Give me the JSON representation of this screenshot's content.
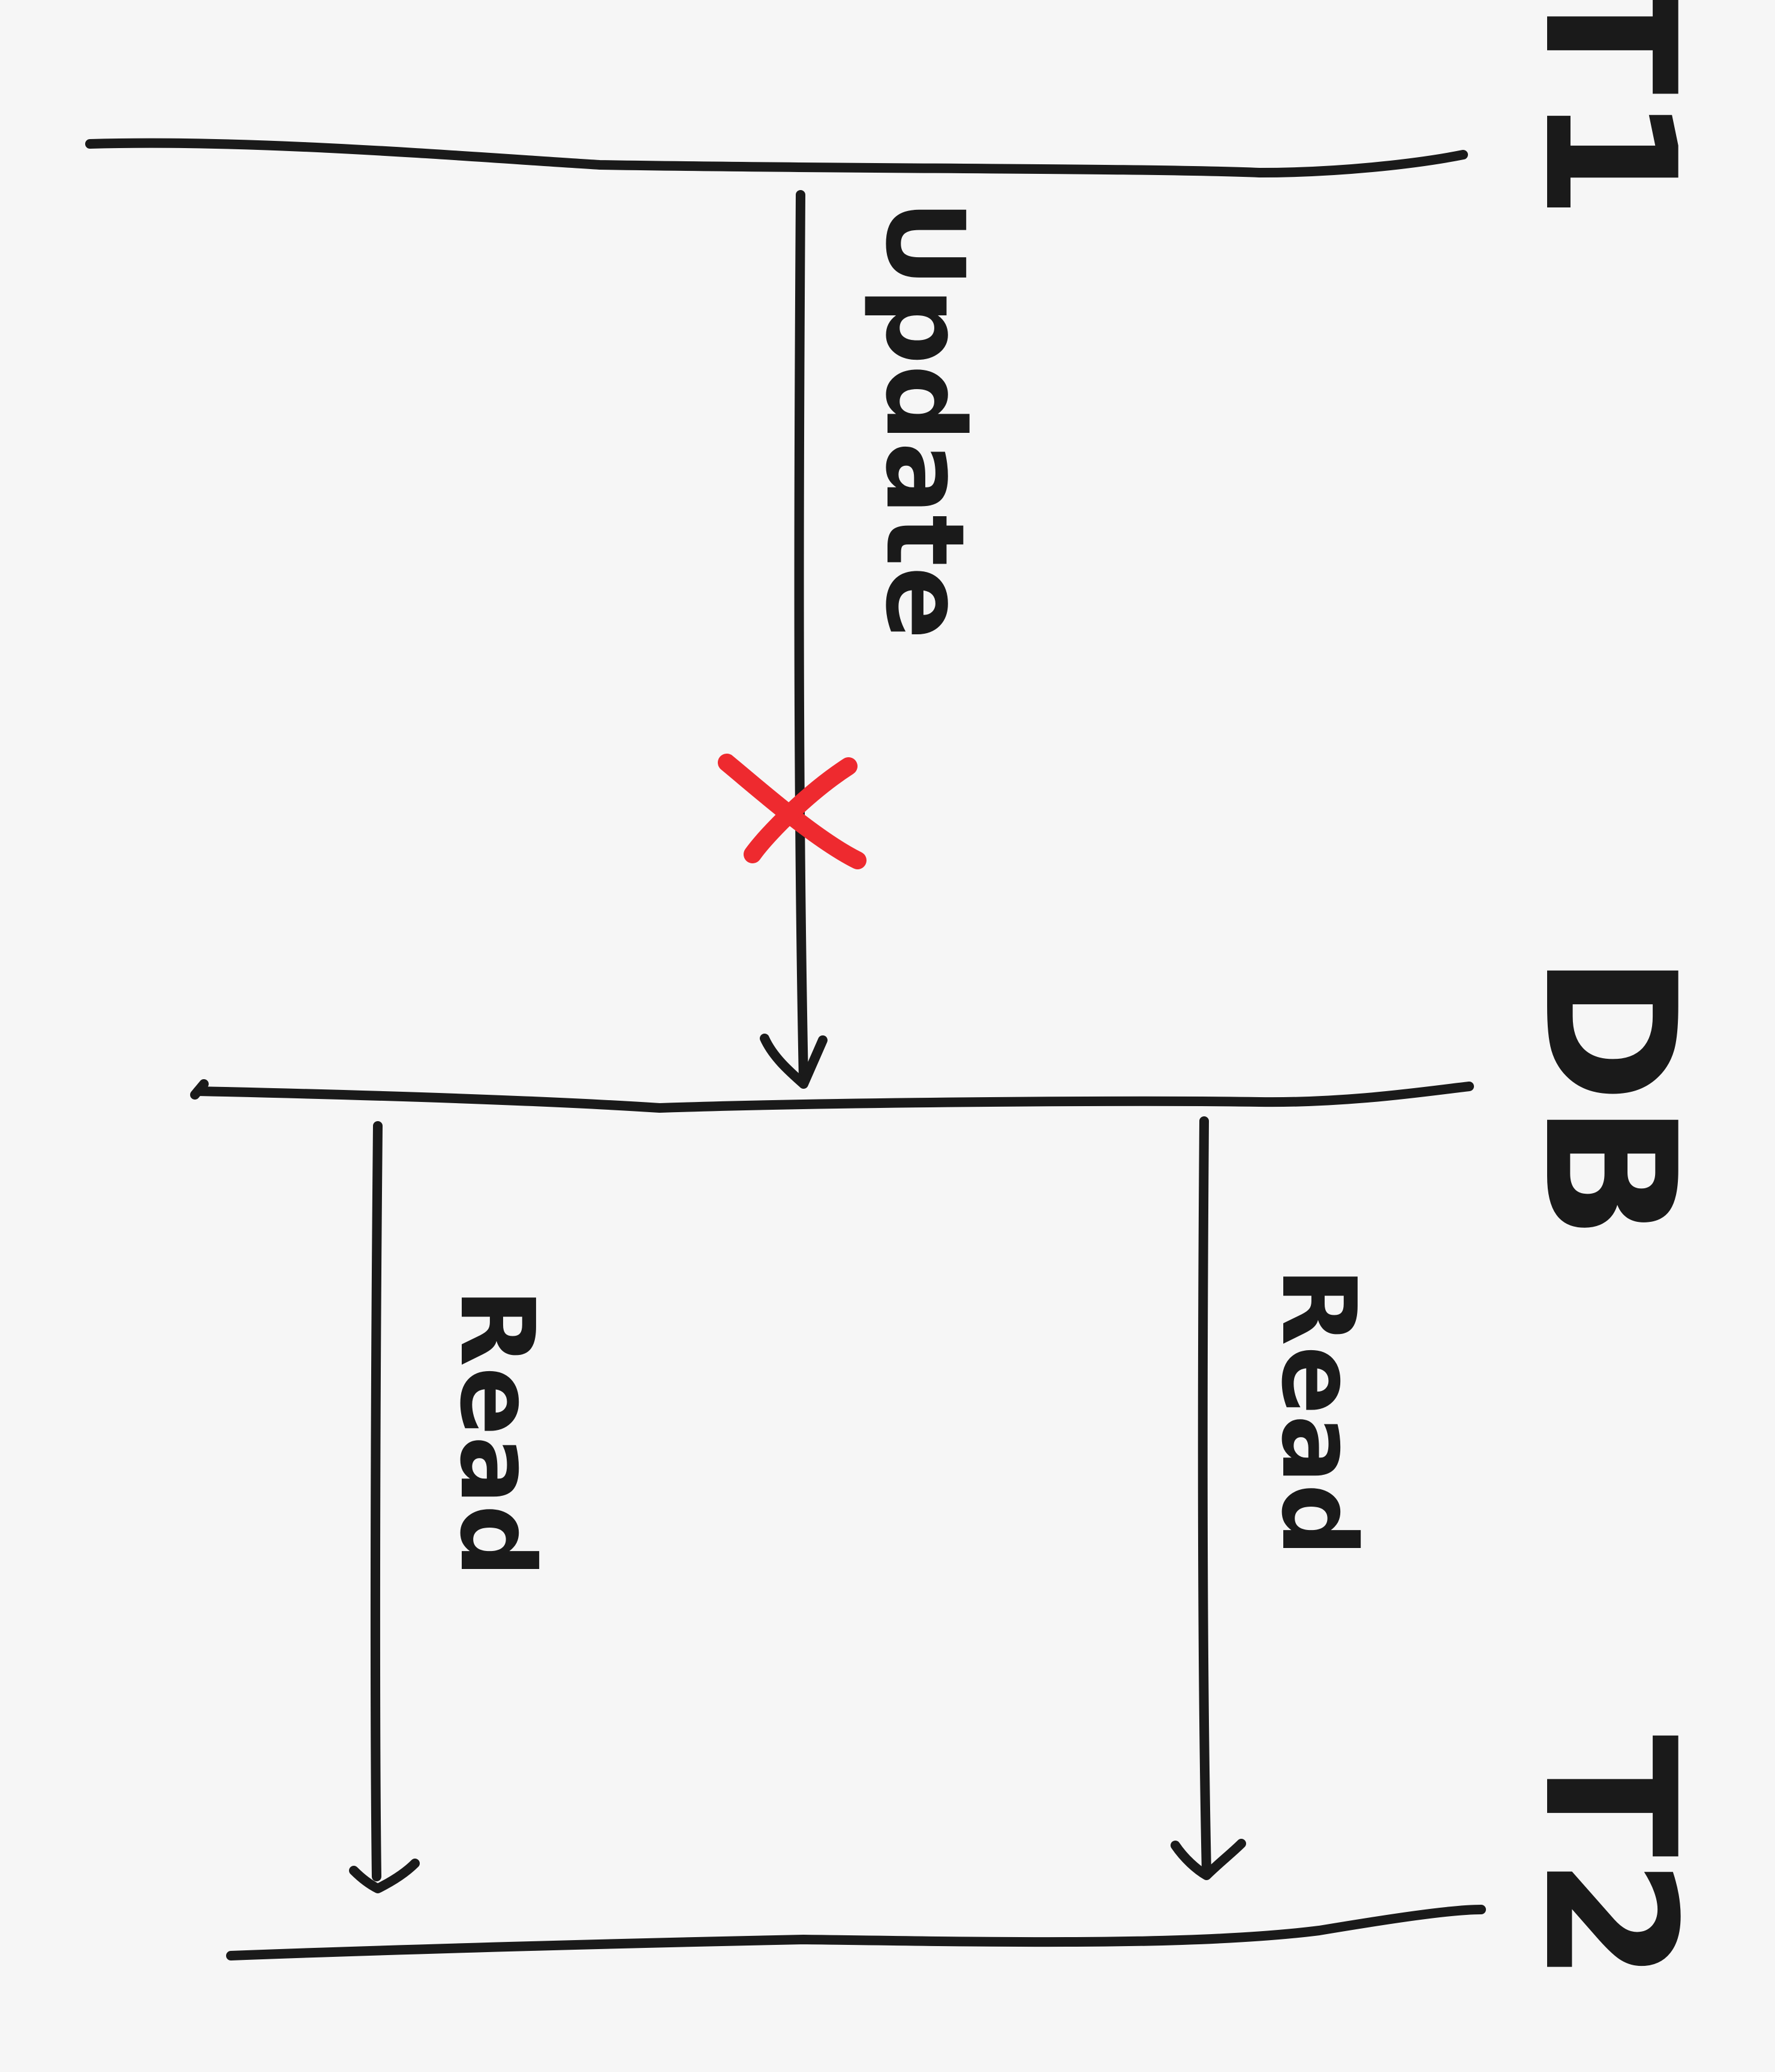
{
  "lanes": {
    "top": "T1",
    "middle": "DB",
    "bottom": "T2"
  },
  "arrows": {
    "update": "Update",
    "read_left": "Read",
    "read_right": "Read"
  },
  "marks": {
    "failure": "cross-mark",
    "failure_color": "#ee2a2f"
  },
  "colors": {
    "ink": "#1a1a1a",
    "background": "#f6f6f6"
  }
}
